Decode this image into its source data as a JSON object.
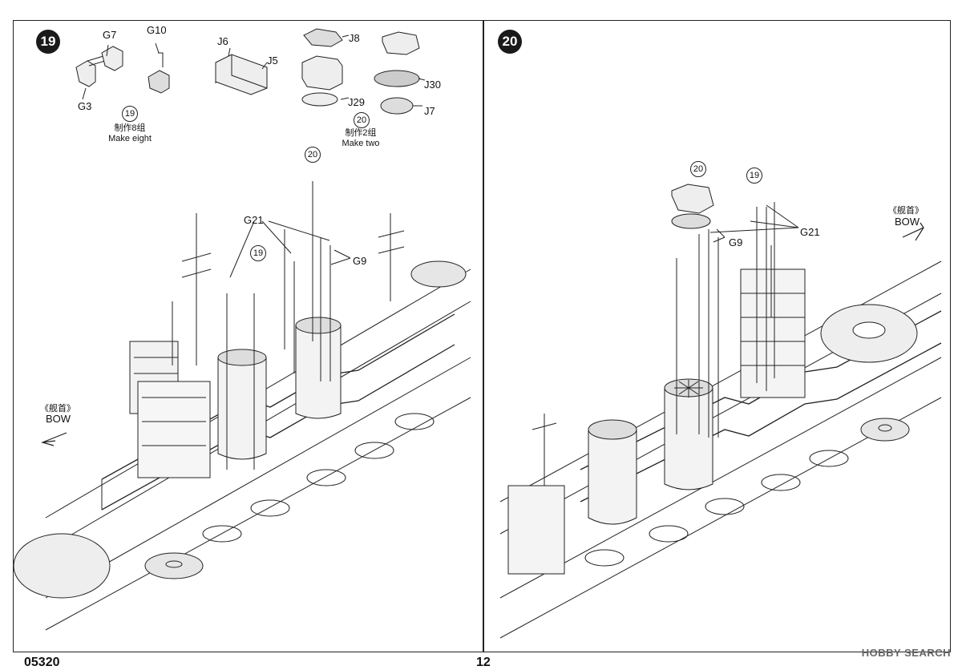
{
  "steps": [
    {
      "number": "19",
      "parts": [
        "G7",
        "G10",
        "J6",
        "J5",
        "J8",
        "G3",
        "J30",
        "J29",
        "J7",
        "G21",
        "G9"
      ],
      "subassembly_19": {
        "ref": "19",
        "zh": "制作8组",
        "en": "Make eight"
      },
      "subassembly_20": {
        "ref": "20",
        "zh": "制作2组",
        "en": "Make two"
      },
      "callout_19": "19",
      "callout_20": "20",
      "bow": {
        "zh": "《舰首》",
        "en": "BOW"
      }
    },
    {
      "number": "20",
      "parts": [
        "G21",
        "G9"
      ],
      "callout_19": "19",
      "callout_20": "20",
      "bow": {
        "zh": "《舰首》",
        "en": "BOW"
      }
    }
  ],
  "footer": {
    "code": "05320",
    "page": "12"
  },
  "watermark": "HOBBY SEARCH"
}
